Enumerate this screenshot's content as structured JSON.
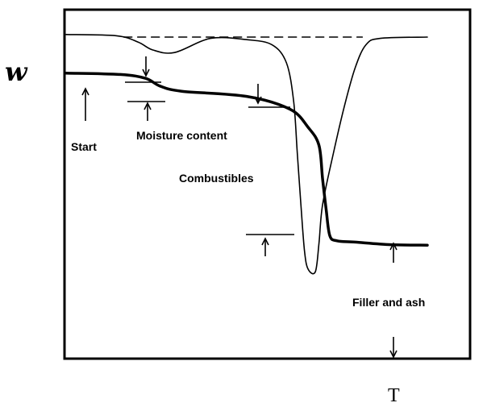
{
  "chart_data": {
    "type": "line",
    "title": "",
    "xlabel": "T",
    "ylabel": "w",
    "grid": false,
    "legend": "none",
    "xlim": [
      0,
      100
    ],
    "ylim": [
      0,
      100
    ],
    "series": [
      {
        "values_x": [
          0,
          15,
          22,
          26,
          32,
          50,
          62,
          67,
          70,
          71,
          72,
          73,
          75,
          80,
          90,
          100
        ],
        "values_y": [
          81,
          80.5,
          79,
          76,
          74,
          72,
          67,
          60,
          53,
          40,
          28,
          18,
          16,
          15.5,
          14.5,
          14.3
        ],
        "color": "#000000",
        "style": "solid-thick"
      },
      {
        "values_x": [
          0,
          14,
          20,
          24,
          30,
          40,
          50,
          57,
          61,
          63,
          64,
          65,
          66,
          67,
          69,
          70,
          71,
          74,
          77,
          80,
          83,
          87,
          100
        ],
        "values_y": [
          96,
          95.5,
          93,
          90,
          89,
          94.5,
          94,
          92,
          85,
          70,
          50,
          30,
          12,
          5,
          4,
          15,
          30,
          50,
          68,
          83,
          92,
          94.5,
          95
        ],
        "color": "#000000",
        "style": "solid-thin"
      },
      {
        "values_x": [
          16,
          82
        ],
        "values_y": [
          95,
          95
        ],
        "color": "#000000",
        "style": "dashed"
      }
    ],
    "annotations": [
      {
        "text": "Start"
      },
      {
        "text": "Moisture content"
      },
      {
        "text": "Combustibles"
      },
      {
        "text": "Filler and ash"
      }
    ]
  }
}
